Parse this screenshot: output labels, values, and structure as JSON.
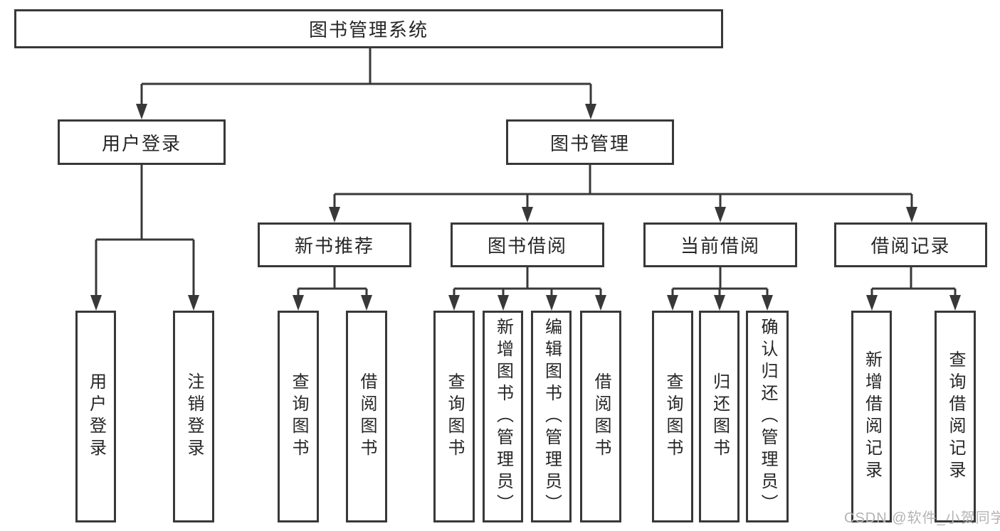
{
  "diagram": {
    "root": "图书管理系统",
    "branches": {
      "user_login": "用户登录",
      "book_management": "图书管理"
    },
    "sub_branches": {
      "new_book_recommend": "新书推荐",
      "book_borrowing": "图书借阅",
      "current_borrowing": "当前借阅",
      "borrowing_records": "借阅记录"
    },
    "leaves": {
      "user_login": "用户登录",
      "logout": "注销登录",
      "recommend_query_books": "查询图书",
      "recommend_borrow_books": "借阅图书",
      "borrowing_query_books": "查询图书",
      "borrowing_add_books": "新增图书（管理员）",
      "borrowing_edit_books": "编辑图书（管理员）",
      "borrowing_borrow_books": "借阅图书",
      "current_query_books": "查询图书",
      "current_return_books": "归还图书",
      "current_confirm_return": "确认归还（管理员）",
      "records_add_record": "新增借阅记录",
      "records_query_record": "查询借阅记录"
    }
  },
  "watermark": "CSDN @软件_小贺同学",
  "colors": {
    "line": "#383838",
    "box_border": "#383838",
    "text": "#262626",
    "watermark": "#b4b4b4",
    "background": "#ffffff"
  }
}
